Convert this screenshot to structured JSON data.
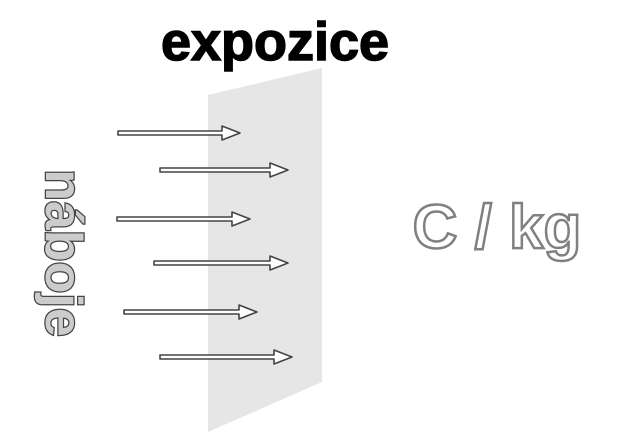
{
  "title": "expozice",
  "side_label": "náboje",
  "unit_label": "C / kg",
  "arrow_count": 6,
  "colors": {
    "plane": "#e6e6e6",
    "arrow_fill": "#ffffff",
    "arrow_stroke": "#444444",
    "side_label_fill": "#cccccc",
    "side_label_stroke": "#444444",
    "unit_fill": "#ffffff",
    "unit_stroke": "#808080",
    "title": "#000000"
  }
}
